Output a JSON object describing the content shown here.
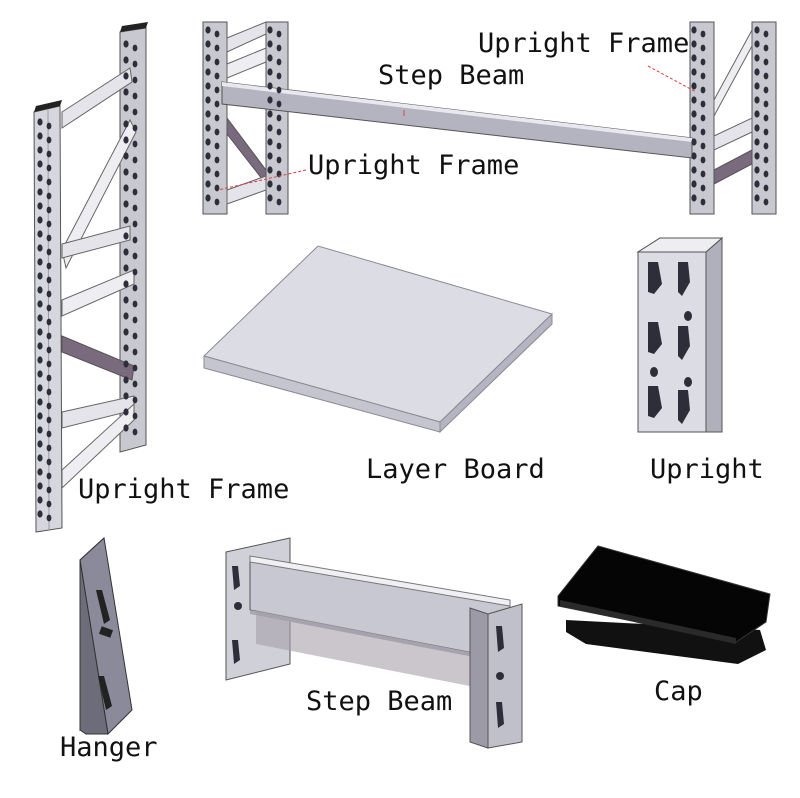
{
  "labels": {
    "upright_frame_top_right": "Upright Frame",
    "step_beam_top": "Step Beam",
    "upright_frame_top_mid": "Upright Frame",
    "upright_frame_left": "Upright Frame",
    "layer_board": "Layer Board",
    "upright": "Upright",
    "hanger": "Hanger",
    "step_beam_bottom": "Step Beam",
    "cap": "Cap"
  },
  "colors": {
    "metal_light": "#e4e4ea",
    "metal_mid": "#c8c8d0",
    "metal_dark": "#9090a0",
    "metal_shadow": "#6c6c7a",
    "hole": "#2e2e3a",
    "board_top": "#dcdde4",
    "board_edge": "#c4c5ce",
    "cap_black": "#050505",
    "leader_red": "#e04040"
  }
}
